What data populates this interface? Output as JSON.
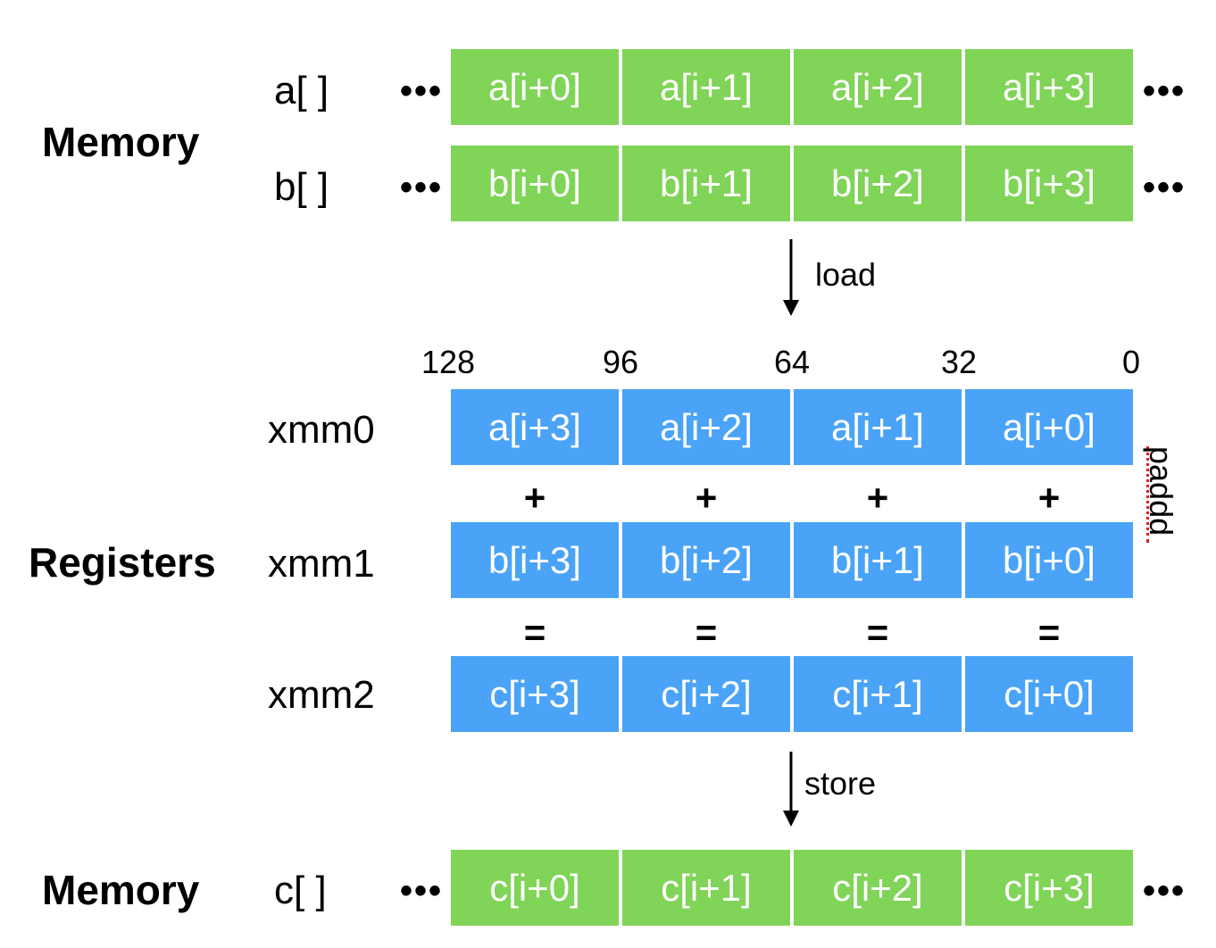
{
  "sections": {
    "memory_top": "Memory",
    "registers": "Registers",
    "memory_bottom": "Memory"
  },
  "rows": {
    "a": {
      "label": "a[ ]",
      "cells": [
        "a[i+0]",
        "a[i+1]",
        "a[i+2]",
        "a[i+3]"
      ]
    },
    "b": {
      "label": "b[ ]",
      "cells": [
        "b[i+0]",
        "b[i+1]",
        "b[i+2]",
        "b[i+3]"
      ]
    },
    "xmm0": {
      "label": "xmm0",
      "cells": [
        "a[i+3]",
        "a[i+2]",
        "a[i+1]",
        "a[i+0]"
      ]
    },
    "xmm1": {
      "label": "xmm1",
      "cells": [
        "b[i+3]",
        "b[i+2]",
        "b[i+1]",
        "b[i+0]"
      ]
    },
    "xmm2": {
      "label": "xmm2",
      "cells": [
        "c[i+3]",
        "c[i+2]",
        "c[i+1]",
        "c[i+0]"
      ]
    },
    "c": {
      "label": "c[ ]",
      "cells": [
        "c[i+0]",
        "c[i+1]",
        "c[i+2]",
        "c[i+3]"
      ]
    }
  },
  "ellipsis": "•••",
  "bits": [
    "128",
    "96",
    "64",
    "32",
    "0"
  ],
  "ops": {
    "plus": "+",
    "equals": "="
  },
  "arrows": {
    "load": "load",
    "store": "store"
  },
  "instruction": "paddd",
  "colors": {
    "memory": "#80d457",
    "register": "#4aa3f7"
  }
}
